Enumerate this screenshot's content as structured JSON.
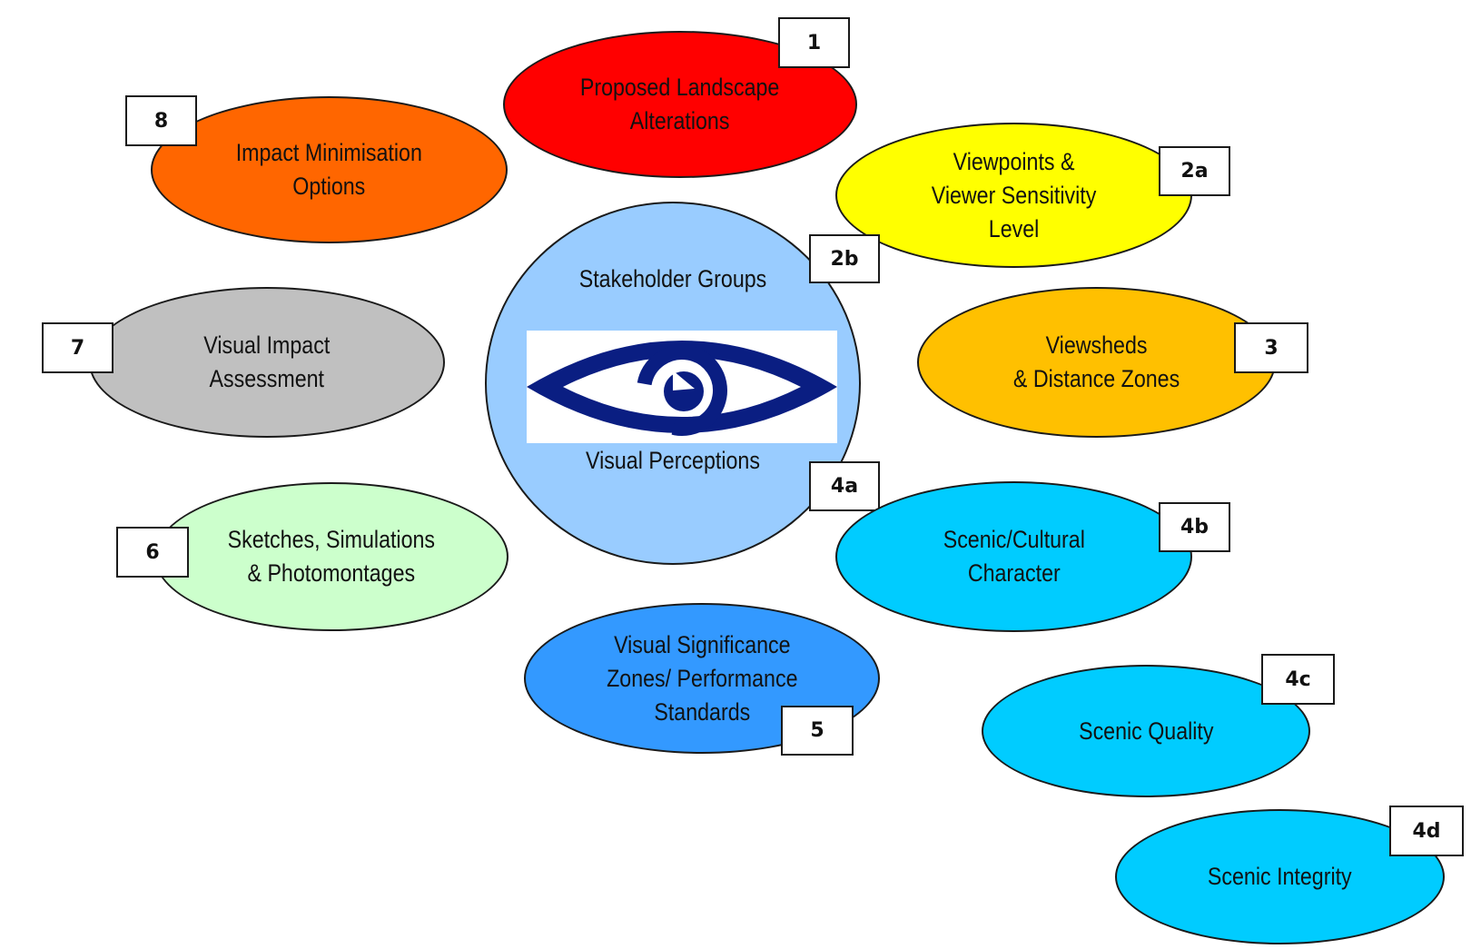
{
  "centre": {
    "title": "Stakeholder Groups",
    "subtitle": "Visual Perceptions",
    "fill": "#99ccff",
    "icon": "eye-icon",
    "icon_color": "#0a1e82"
  },
  "nodes": [
    {
      "number": "1",
      "label": "Proposed Landscape\nAlterations",
      "fill": "#ff0000"
    },
    {
      "number": "2a",
      "label": "Viewpoints &\nViewer Sensitivity\nLevel",
      "fill": "#ffff00"
    },
    {
      "number": "2b"
    },
    {
      "number": "3",
      "label": "Viewsheds\n& Distance Zones",
      "fill": "#ffc000"
    },
    {
      "number": "4a"
    },
    {
      "number": "4b",
      "label": "Scenic/Cultural\nCharacter",
      "fill": "#00ccff"
    },
    {
      "number": "4c",
      "label": "Scenic Quality",
      "fill": "#00ccff"
    },
    {
      "number": "4d",
      "label": "Scenic Integrity",
      "fill": "#00ccff"
    },
    {
      "number": "5",
      "label": "Visual Significance\nZones/ Performance\nStandards",
      "fill": "#3399ff"
    },
    {
      "number": "6",
      "label": "Sketches, Simulations\n& Photomontages",
      "fill": "#ccffcc"
    },
    {
      "number": "7",
      "label": "Visual Impact\nAssessment",
      "fill": "#c0c0c0"
    },
    {
      "number": "8",
      "label": "Impact Minimisation\nOptions",
      "fill": "#ff6600"
    }
  ]
}
